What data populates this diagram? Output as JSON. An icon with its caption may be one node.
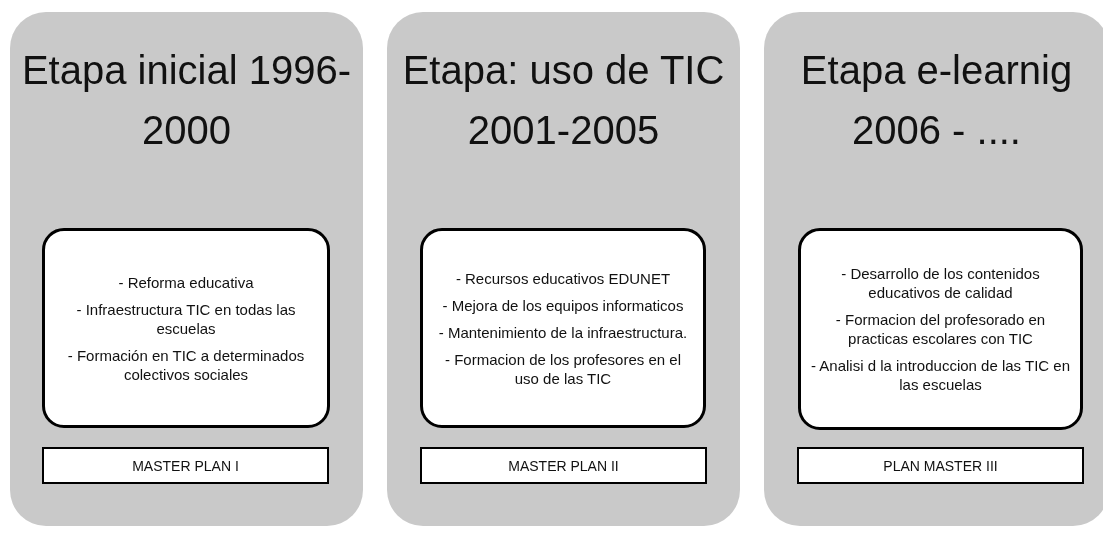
{
  "diagram": {
    "nodes": [
      {
        "text": [
          "Etapa inicial 1996-2000"
        ]
      },
      {
        "text": [
          "- Reforma educativa",
          "- Infraestructura TIC en todas las escuelas",
          "- Formación en TIC a determinados colectivos sociales"
        ],
        "in": 0
      },
      {
        "text": [
          "MASTER PLAN I"
        ],
        "in": 0
      },
      {
        "text": [
          "Etapa: uso de TIC 2001-2005"
        ]
      },
      {
        "text": [
          "- Recursos educativos EDUNET",
          "- Mejora de los equipos informaticos",
          "- Mantenimiento de la infraestructura.",
          "- Formacion de los profesores en el uso de las TIC"
        ],
        "in": 3
      },
      {
        "text": [
          "MASTER PLAN II"
        ],
        "in": 3
      },
      {
        "text": [
          "Etapa e-learnig 2006 - ...."
        ]
      },
      {
        "text": [
          "- Desarrollo de los contenidos educativos de calidad",
          "- Formacion del profesorado en practicas escolares con TIC",
          "- Analisi d la introduccion de las TIC en las escuelas"
        ],
        "in": 6
      },
      {
        "text": [
          "PLAN MASTER III"
        ],
        "in": 6
      }
    ]
  }
}
